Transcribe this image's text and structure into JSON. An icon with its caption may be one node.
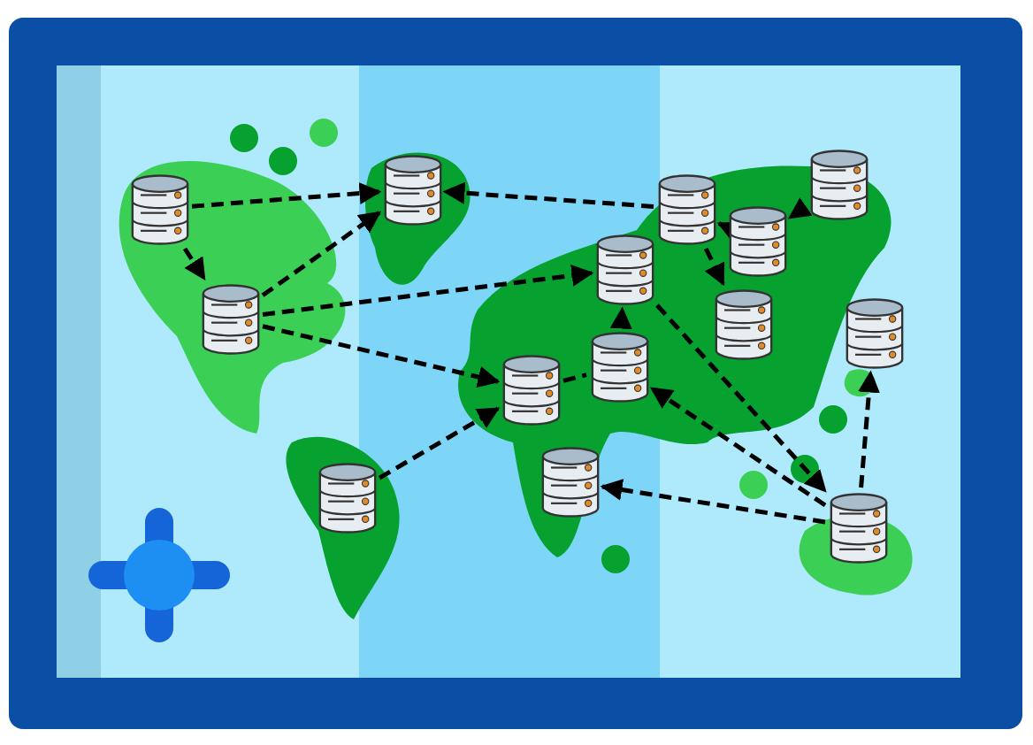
{
  "diagram": {
    "nodes": [
      {
        "text": [],
        "shape": "cylinder"
      },
      {
        "text": [],
        "shape": "cylinder"
      },
      {
        "text": [],
        "shape": "cylinder"
      },
      {
        "text": [],
        "shape": "cylinder"
      },
      {
        "text": [],
        "shape": "cylinder"
      },
      {
        "text": [],
        "shape": "cylinder"
      },
      {
        "text": [],
        "shape": "cylinder"
      },
      {
        "text": [],
        "shape": "cylinder"
      },
      {
        "text": [],
        "shape": "cylinder"
      },
      {
        "text": [],
        "shape": "cylinder"
      },
      {
        "text": [],
        "shape": "cylinder"
      },
      {
        "text": [],
        "shape": "cylinder"
      },
      {
        "text": [],
        "shape": "cylinder"
      },
      {
        "text": [],
        "shape": "cylinder"
      }
    ],
    "edges": [
      {
        "from": 0,
        "to": 1,
        "arrow": "to",
        "style": "dashed"
      },
      {
        "from": 0,
        "to": 2,
        "arrow": "to",
        "style": "dashed"
      },
      {
        "from": 2,
        "to": 1,
        "arrow": "to",
        "style": "dashed"
      },
      {
        "from": 2,
        "to": 7,
        "arrow": "to",
        "style": "dashed"
      },
      {
        "from": 2,
        "to": 10,
        "arrow": "to",
        "style": "dashed"
      },
      {
        "from": 3,
        "to": 10,
        "arrow": "to",
        "style": "dashed"
      },
      {
        "from": 4,
        "to": 1,
        "arrow": "to",
        "style": "dashed"
      },
      {
        "from": 6,
        "to": 4,
        "arrow": "to",
        "style": "dashed"
      },
      {
        "from": 5,
        "to": 6,
        "arrow": "to",
        "style": "dashed"
      },
      {
        "from": 4,
        "to": 8,
        "arrow": "to",
        "style": "dashed"
      },
      {
        "from": 10,
        "to": 11,
        "arrow": "none",
        "style": "dashed"
      },
      {
        "from": 11,
        "to": 7,
        "arrow": "to",
        "style": "dashed"
      },
      {
        "from": 7,
        "to": 13,
        "arrow": "to",
        "style": "dashed"
      },
      {
        "from": 13,
        "to": 11,
        "arrow": "to",
        "style": "dashed"
      },
      {
        "from": 13,
        "to": 12,
        "arrow": "to",
        "style": "dashed"
      },
      {
        "from": 13,
        "to": 9,
        "arrow": "to",
        "style": "dashed"
      }
    ]
  }
}
